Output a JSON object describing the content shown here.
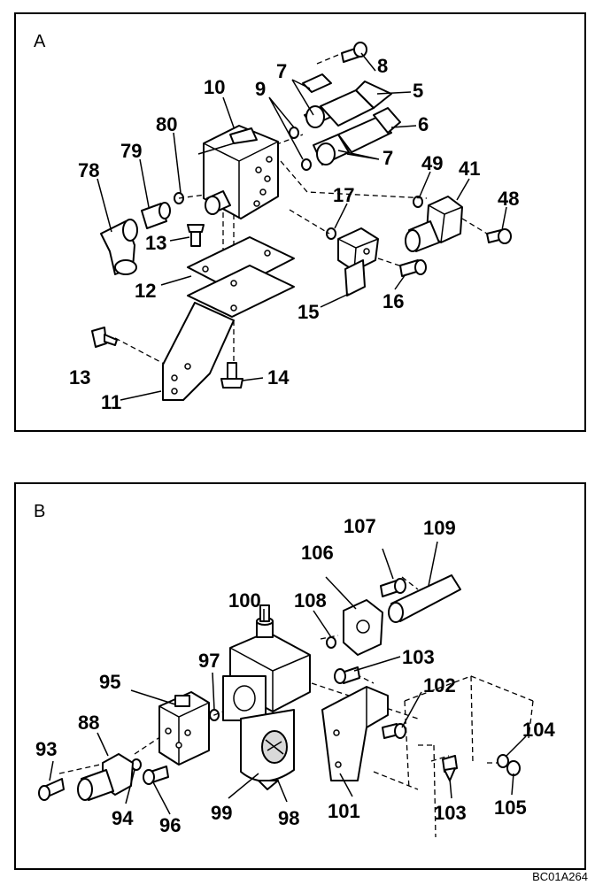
{
  "panel_a": {
    "letter": "A",
    "callouts": [
      "10",
      "9",
      "7",
      "8",
      "5",
      "6",
      "7",
      "80",
      "79",
      "78",
      "49",
      "41",
      "48",
      "17",
      "13",
      "12",
      "15",
      "16",
      "13",
      "11",
      "14"
    ]
  },
  "panel_b": {
    "letter": "B",
    "callouts": [
      "107",
      "109",
      "106",
      "100",
      "108",
      "97",
      "103",
      "95",
      "102",
      "88",
      "93",
      "104",
      "94",
      "96",
      "99",
      "98",
      "101",
      "103",
      "105"
    ]
  },
  "drawing_code": "BC01A264"
}
